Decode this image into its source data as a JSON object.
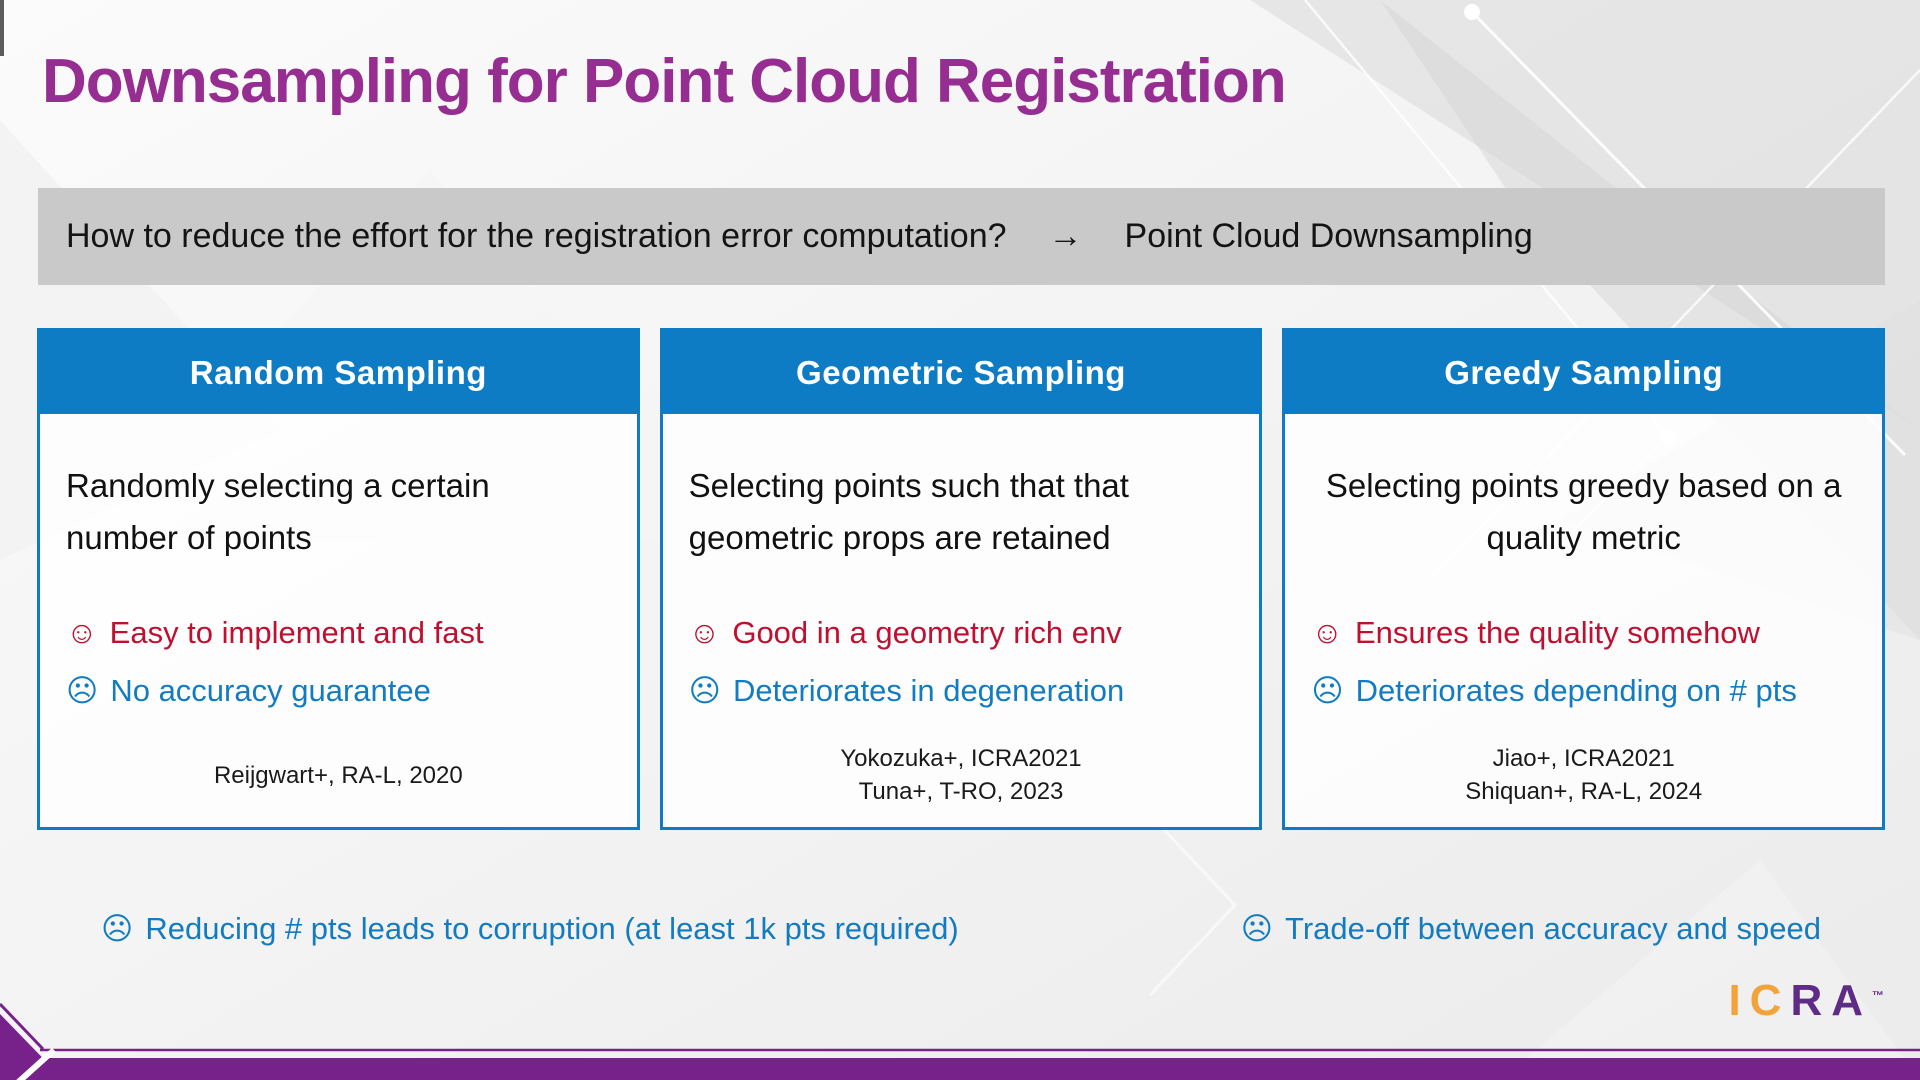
{
  "slide": {
    "title": "Downsampling for Point Cloud Registration",
    "banner": {
      "question": "How to reduce the effort for the registration error computation?",
      "arrow": "→",
      "answer": "Point Cloud Downsampling"
    },
    "icons": {
      "smile": "☺",
      "frown": "☹"
    },
    "cards": [
      {
        "header": "Random Sampling",
        "description": "Randomly selecting a certain number of points",
        "pro": "Easy to implement and fast",
        "con": "No accuracy guarantee",
        "citations": [
          "Reijgwart+, RA-L, 2020"
        ]
      },
      {
        "header": "Geometric Sampling",
        "description": "Selecting points such that that geometric props are retained",
        "pro": "Good in a geometry rich env",
        "con": "Deteriorates in degeneration",
        "citations": [
          "Yokozuka+, ICRA2021",
          "Tuna+, T-RO, 2023"
        ]
      },
      {
        "header": "Greedy Sampling",
        "description": "Selecting points greedy based on a quality metric",
        "pro": "Ensures the quality somehow",
        "con": "Deteriorates depending on # pts",
        "citations": [
          "Jiao+, ICRA2021",
          "Shiquan+, RA-L, 2024"
        ]
      }
    ],
    "footnotes": [
      "Reducing # pts leads to corruption (at least 1k pts required)",
      "Trade-off between accuracy and speed"
    ],
    "logo": {
      "ic": "IC",
      "ra": "RA",
      "tm": "™"
    }
  },
  "colors": {
    "title_purple": "#962D90",
    "header_blue": "#0E7CC4",
    "text_blue": "#137CC0",
    "pro_red": "#C01031",
    "banner_gray": "#C9C9C9",
    "bottom_band_purple": "#76228A",
    "logo_orange": "#F2A33C",
    "logo_purple": "#5E2C87"
  }
}
